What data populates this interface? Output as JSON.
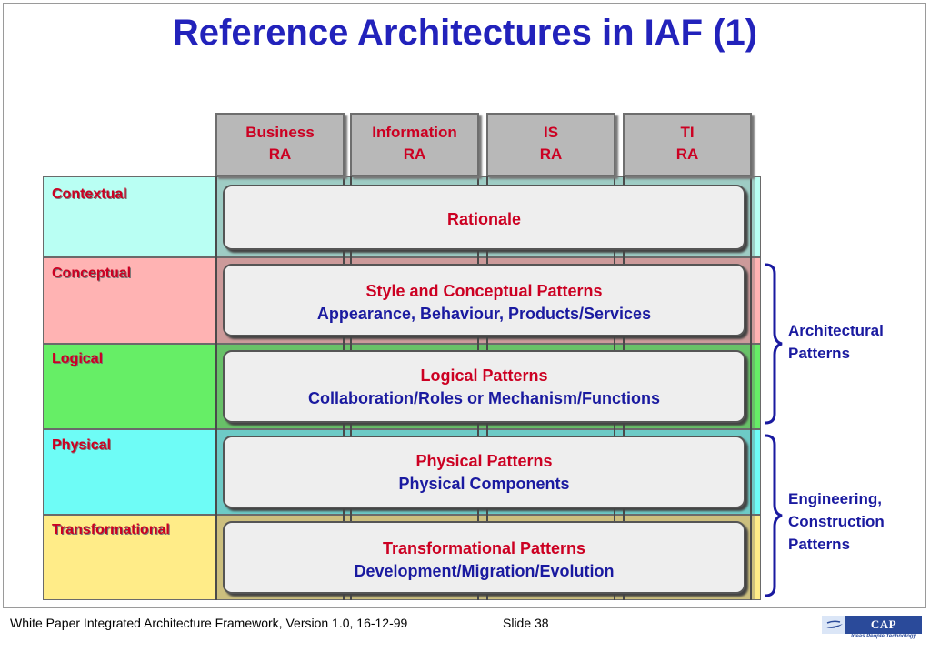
{
  "title": "Reference Architectures in IAF (1)",
  "columns": [
    {
      "line1": "Business",
      "line2": "RA"
    },
    {
      "line1": "Information",
      "line2": "RA"
    },
    {
      "line1": "IS",
      "line2": "RA"
    },
    {
      "line1": "TI",
      "line2": "RA"
    }
  ],
  "rows": [
    {
      "label": "Contextual",
      "color": "#b9fff3"
    },
    {
      "label": "Conceptual",
      "color": "#ffb3b3"
    },
    {
      "label": "Logical",
      "color": "#66ee66"
    },
    {
      "label": "Physical",
      "color": "#6efcf6"
    },
    {
      "label": "Transformational",
      "color": "#ffec88"
    }
  ],
  "patterns": [
    {
      "line1": "Rationale",
      "line2": ""
    },
    {
      "line1": "Style and Conceptual Patterns",
      "line2": "Appearance, Behaviour, Products/Services"
    },
    {
      "line1": "Logical Patterns",
      "line2": "Collaboration/Roles or Mechanism/Functions"
    },
    {
      "line1": "Physical Patterns",
      "line2": "Physical Components"
    },
    {
      "line1": "Transformational Patterns",
      "line2": "Development/Migration/Evolution"
    }
  ],
  "braces": [
    {
      "line1": "Architectural",
      "line2": "Patterns",
      "line3": ""
    },
    {
      "line1": "Engineering,",
      "line2": "Construction",
      "line3": "Patterns"
    }
  ],
  "footer": {
    "text": "White Paper Integrated Architecture Framework, Version 1.0, 16-12-99",
    "slide": "Slide 38"
  },
  "logo": {
    "name": "CAP GEMINI",
    "tagline": "Ideas People Technology"
  },
  "colors": {
    "title": "#2222bb",
    "accent_red": "#cc0022",
    "blue_text": "#1a1aa0"
  }
}
